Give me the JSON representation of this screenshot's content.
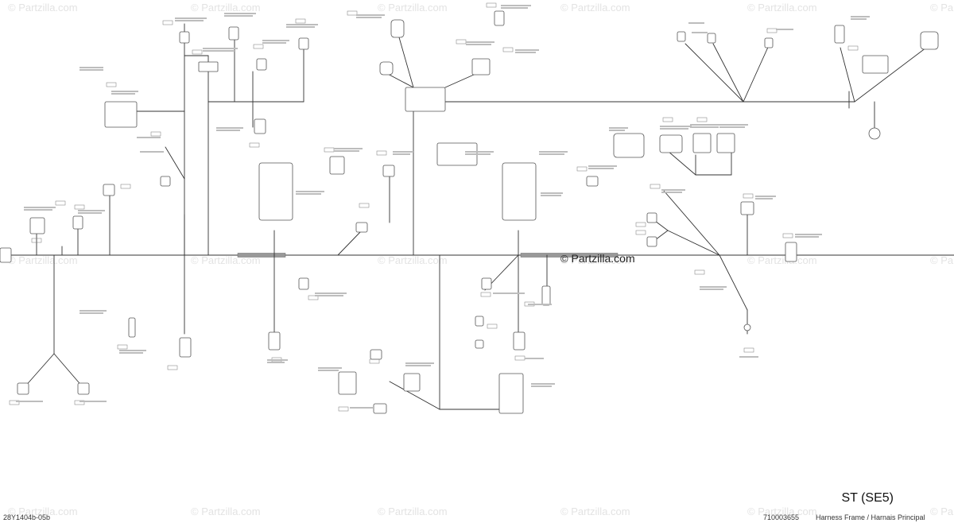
{
  "watermark": {
    "text": "Partzilla.com",
    "symbol": "©"
  },
  "brand": {
    "symbol": "©",
    "text": "Partzilla.com"
  },
  "title": "ST (SE5)",
  "figure_code": "28Y1404b-05b",
  "part_number": "710003655",
  "caption": "Harness Frame / Harnais Principal",
  "colors": {
    "wire": "#333333",
    "watermark": "#e3e3e3",
    "connector": "#555555"
  }
}
